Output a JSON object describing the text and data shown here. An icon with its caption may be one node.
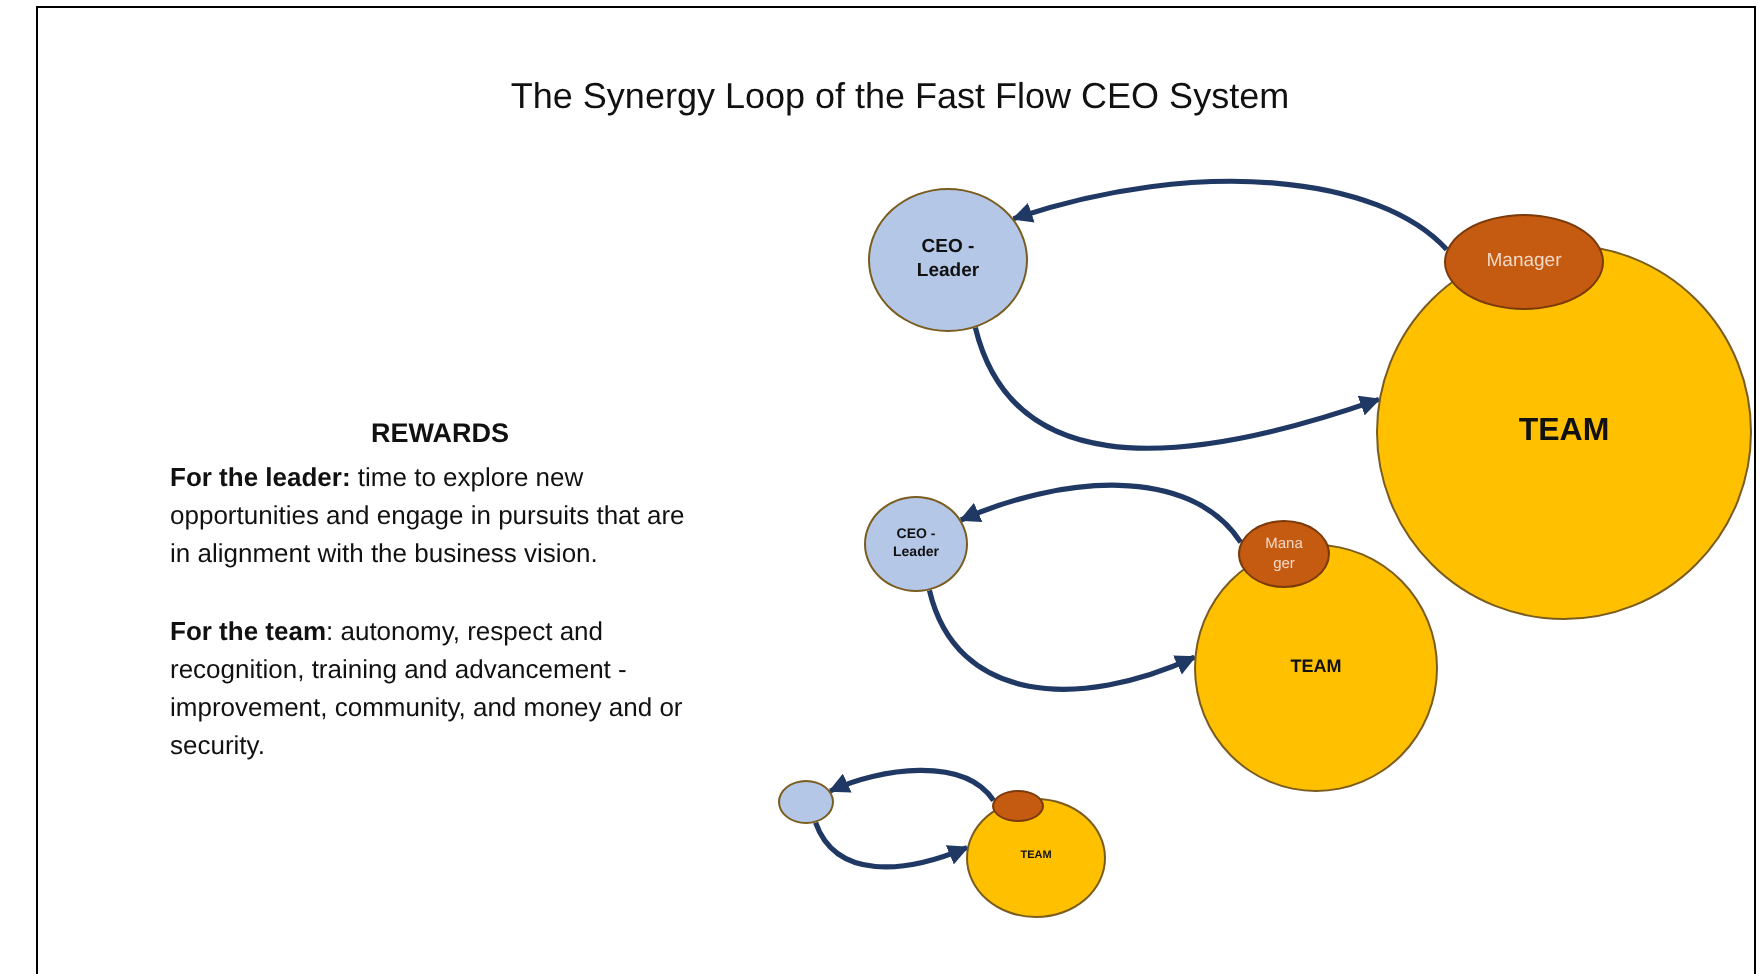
{
  "diagram": {
    "title": "The Synergy Loop of the Fast Flow CEO System",
    "nodes": [
      {
        "text": [
          "CEO - Leader"
        ]
      },
      {
        "text": [
          "TEAM"
        ]
      },
      {
        "text": [
          "Manager"
        ]
      },
      {
        "text": [
          "CEO - Leader"
        ]
      },
      {
        "text": [
          "TEAM"
        ]
      },
      {
        "text": [
          "Manager"
        ]
      },
      {
        "text": [],
        "shape": "circle"
      },
      {
        "text": [
          "TEAM"
        ]
      },
      {
        "text": [],
        "shape": "circle"
      }
    ],
    "edges": [
      {
        "from": 2,
        "to": 0,
        "arrow": "to"
      },
      {
        "from": 0,
        "to": 1,
        "arrow": "to"
      },
      {
        "from": 5,
        "to": 3,
        "arrow": "to"
      },
      {
        "from": 3,
        "to": 4,
        "arrow": "to"
      },
      {
        "from": 8,
        "to": 6,
        "arrow": "to"
      },
      {
        "from": 6,
        "to": 7,
        "arrow": "to"
      }
    ],
    "labels": [
      "REWARDS",
      "**For the leader:** time to explore new opportunities and engage in pursuits that are in alignment with the business vision.",
      "**For the team**: autonomy, respect and recognition, training and advancement -improvement, community, and money and or security."
    ]
  }
}
